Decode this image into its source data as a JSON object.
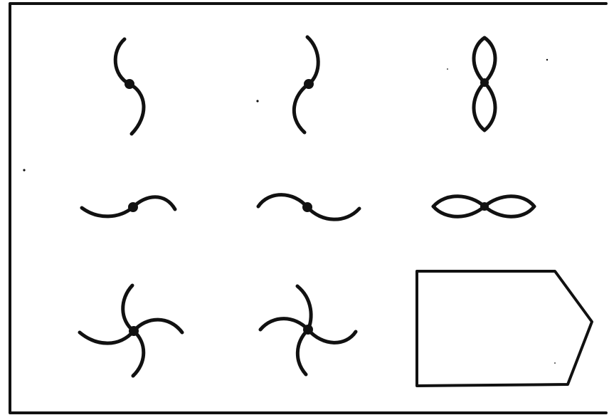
{
  "figure": {
    "ink_color": "#111111",
    "background_color": "#ffffff",
    "panel_count": 9,
    "panels": [
      {
        "id": "s-curve-vertical",
        "kind": "two-arm curve",
        "orientation": "vertical"
      },
      {
        "id": "reverse-s-curve-vertical",
        "kind": "two-arm curve",
        "orientation": "vertical"
      },
      {
        "id": "figure-eight-vertical",
        "kind": "two-lobe loop",
        "orientation": "vertical"
      },
      {
        "id": "s-curve-horizontal",
        "kind": "two-arm curve",
        "orientation": "horizontal"
      },
      {
        "id": "reverse-s-curve-horizontal",
        "kind": "two-arm curve",
        "orientation": "horizontal"
      },
      {
        "id": "figure-eight-horizontal",
        "kind": "two-lobe loop",
        "orientation": "horizontal"
      },
      {
        "id": "pinwheel-clockwise",
        "kind": "four-arm curve"
      },
      {
        "id": "pinwheel-counterclockwise",
        "kind": "four-arm curve"
      },
      {
        "id": "blank-pentagon-tag",
        "kind": "empty outline shape"
      }
    ]
  }
}
